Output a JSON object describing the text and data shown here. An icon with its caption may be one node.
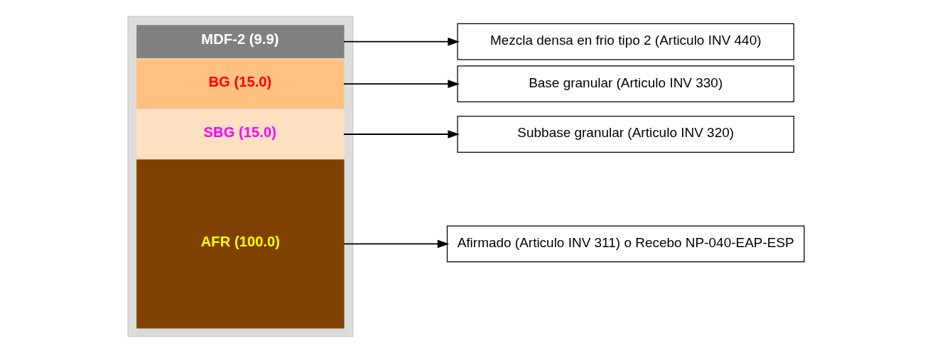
{
  "diagram": {
    "nodes": [
      {
        "text": [],
        "shape": "box"
      },
      {
        "text": [
          "MDF-2 (9.9)"
        ],
        "in": 0
      },
      {
        "text": [
          "BG (15.0)"
        ],
        "in": 0
      },
      {
        "text": [
          "SBG (15.0)"
        ],
        "in": 0
      },
      {
        "text": [
          "AFR (100.0)"
        ],
        "in": 0
      },
      {
        "text": [
          "Mezcla densa en frio tipo 2 (Articulo INV 440)"
        ]
      },
      {
        "text": [
          "Base granular (Articulo INV 330)"
        ]
      },
      {
        "text": [
          "Subbase granular (Articulo INV 320)"
        ]
      },
      {
        "text": [
          "Afirmado (Articulo INV 311) o Recebo NP-040-EAP-ESP"
        ]
      }
    ],
    "edges": [
      {
        "from": 1,
        "to": 5,
        "arrow": "to"
      },
      {
        "from": 2,
        "to": 6,
        "arrow": "to"
      },
      {
        "from": 3,
        "to": 7,
        "arrow": "to"
      },
      {
        "from": 4,
        "to": 8,
        "arrow": "to"
      }
    ]
  }
}
